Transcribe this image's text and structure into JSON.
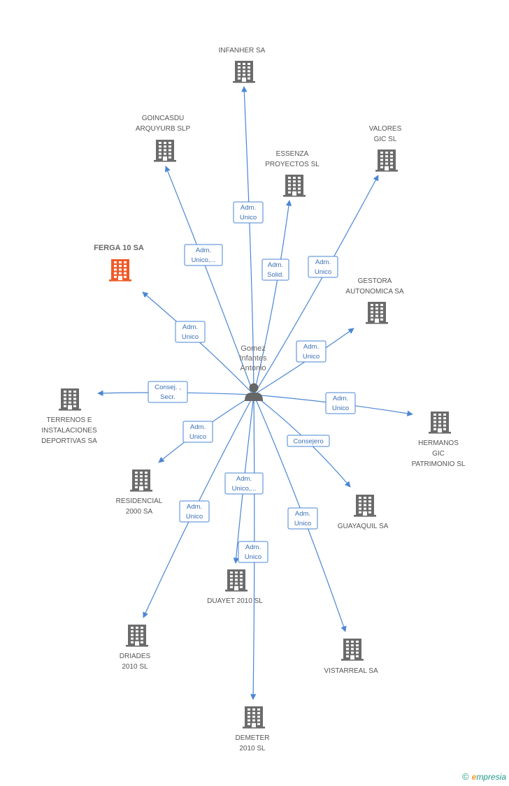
{
  "center": {
    "label_lines": [
      "Gomez",
      "Infantes",
      "Antonio"
    ],
    "icon": "person-icon"
  },
  "colors": {
    "edge": "#4a86d4",
    "building": "#6b6b6b",
    "highlight": "#f05a28"
  },
  "nodes": [
    {
      "id": "infanher",
      "lines": [
        "INFANHER SA"
      ],
      "highlight": false
    },
    {
      "id": "goincasdu",
      "lines": [
        "GOINCASDU",
        "ARQUYURB SLP"
      ],
      "highlight": false
    },
    {
      "id": "essenza",
      "lines": [
        "ESSENZA",
        "PROYECTOS SL"
      ],
      "highlight": false
    },
    {
      "id": "valores",
      "lines": [
        "VALORES",
        "GIC SL"
      ],
      "highlight": false
    },
    {
      "id": "ferga",
      "lines": [
        "FERGA 10 SA"
      ],
      "highlight": true
    },
    {
      "id": "gestora",
      "lines": [
        "GESTORA",
        "AUTONOMICA SA"
      ],
      "highlight": false
    },
    {
      "id": "terrenos",
      "lines": [
        "TERRENOS E",
        "INSTALACIONES",
        "DEPORTIVAS SA"
      ],
      "highlight": false
    },
    {
      "id": "hermanos",
      "lines": [
        "HERMANOS",
        "GIC",
        "PATRIMONIO SL"
      ],
      "highlight": false
    },
    {
      "id": "residencial",
      "lines": [
        "RESIDENCIAL",
        "2000 SA"
      ],
      "highlight": false
    },
    {
      "id": "guayaquil",
      "lines": [
        "GUAYAQUIL SA"
      ],
      "highlight": false
    },
    {
      "id": "duayet",
      "lines": [
        "DUAYET 2010 SL"
      ],
      "highlight": false
    },
    {
      "id": "driades",
      "lines": [
        "DRIADES",
        "2010 SL"
      ],
      "highlight": false
    },
    {
      "id": "vistarreal",
      "lines": [
        "VISTARREAL SA"
      ],
      "highlight": false
    },
    {
      "id": "demeter",
      "lines": [
        "DEMETER",
        "2010 SL"
      ],
      "highlight": false
    }
  ],
  "edges": [
    {
      "target": "infanher",
      "lines": [
        "Adm.",
        "Unico"
      ]
    },
    {
      "target": "goincasdu",
      "lines": [
        "Adm.",
        "Unico,..."
      ]
    },
    {
      "target": "essenza",
      "lines": [
        "Adm.",
        "Solid."
      ]
    },
    {
      "target": "valores",
      "lines": [
        "Adm.",
        "Unico"
      ]
    },
    {
      "target": "ferga",
      "lines": [
        "Adm.",
        "Unico"
      ]
    },
    {
      "target": "gestora",
      "lines": [
        "Adm.",
        "Unico"
      ]
    },
    {
      "target": "terrenos",
      "lines": [
        "Consej. ,",
        "Secr."
      ]
    },
    {
      "target": "hermanos",
      "lines": [
        "Adm.",
        "Unico"
      ]
    },
    {
      "target": "residencial",
      "lines": [
        "Adm.",
        "Unico"
      ]
    },
    {
      "target": "guayaquil",
      "lines": [
        "Consejero"
      ]
    },
    {
      "target": "duayet",
      "lines": [
        "Adm.",
        "Unico,..."
      ]
    },
    {
      "target": "driades",
      "lines": [
        "Adm.",
        "Unico"
      ]
    },
    {
      "target": "vistarreal",
      "lines": [
        "Adm.",
        "Unico"
      ]
    },
    {
      "target": "demeter",
      "lines": [
        "Adm.",
        "Unico"
      ]
    }
  ],
  "footer": {
    "copyright": "©",
    "brand_initial": "e",
    "brand_rest": "mpresia"
  }
}
